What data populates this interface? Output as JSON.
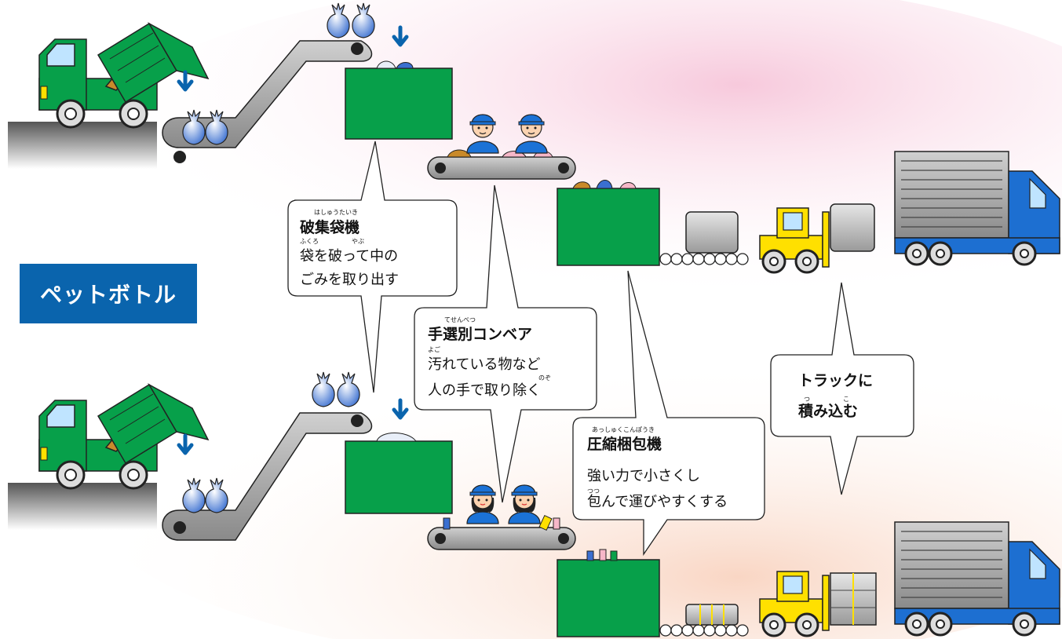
{
  "category_label": "ペットボトル",
  "callouts": {
    "bag_breaker": {
      "title": "破集袋機",
      "title_ruby": "はしゅうたいき",
      "ruby1": "ふくろ",
      "ruby2": "やぶ",
      "line1": "袋を破って中の",
      "line2": "ごみを取り出す"
    },
    "hand_sort": {
      "title": "手選別コンベア",
      "title_ruby": "てせんべつ",
      "ruby1": "よご",
      "ruby2": "のぞ",
      "line1": "汚れている物など",
      "line2": "人の手で取り除く"
    },
    "compressor": {
      "title": "圧縮梱包機",
      "title_ruby": "あっしゅくこんぽうき",
      "ruby1": "つつ",
      "line1": "強い力で小さくし",
      "line2": "包んで運びやすくする"
    },
    "truck_load": {
      "ruby1": "つ",
      "ruby2": "こ",
      "line1": "トラックに",
      "line2": "積み込む"
    }
  },
  "colors": {
    "machine_green": "#07a04a",
    "arrow_blue": "#0a64ad",
    "truck_blue": "#1d6fd1",
    "forklift_yellow": "#ffe000",
    "label_blue": "#0a64ad"
  },
  "icons": [
    "garbage-truck-icon",
    "conveyor-icon",
    "worker-icon",
    "forklift-icon",
    "cargo-truck-icon",
    "down-arrow-icon"
  ]
}
